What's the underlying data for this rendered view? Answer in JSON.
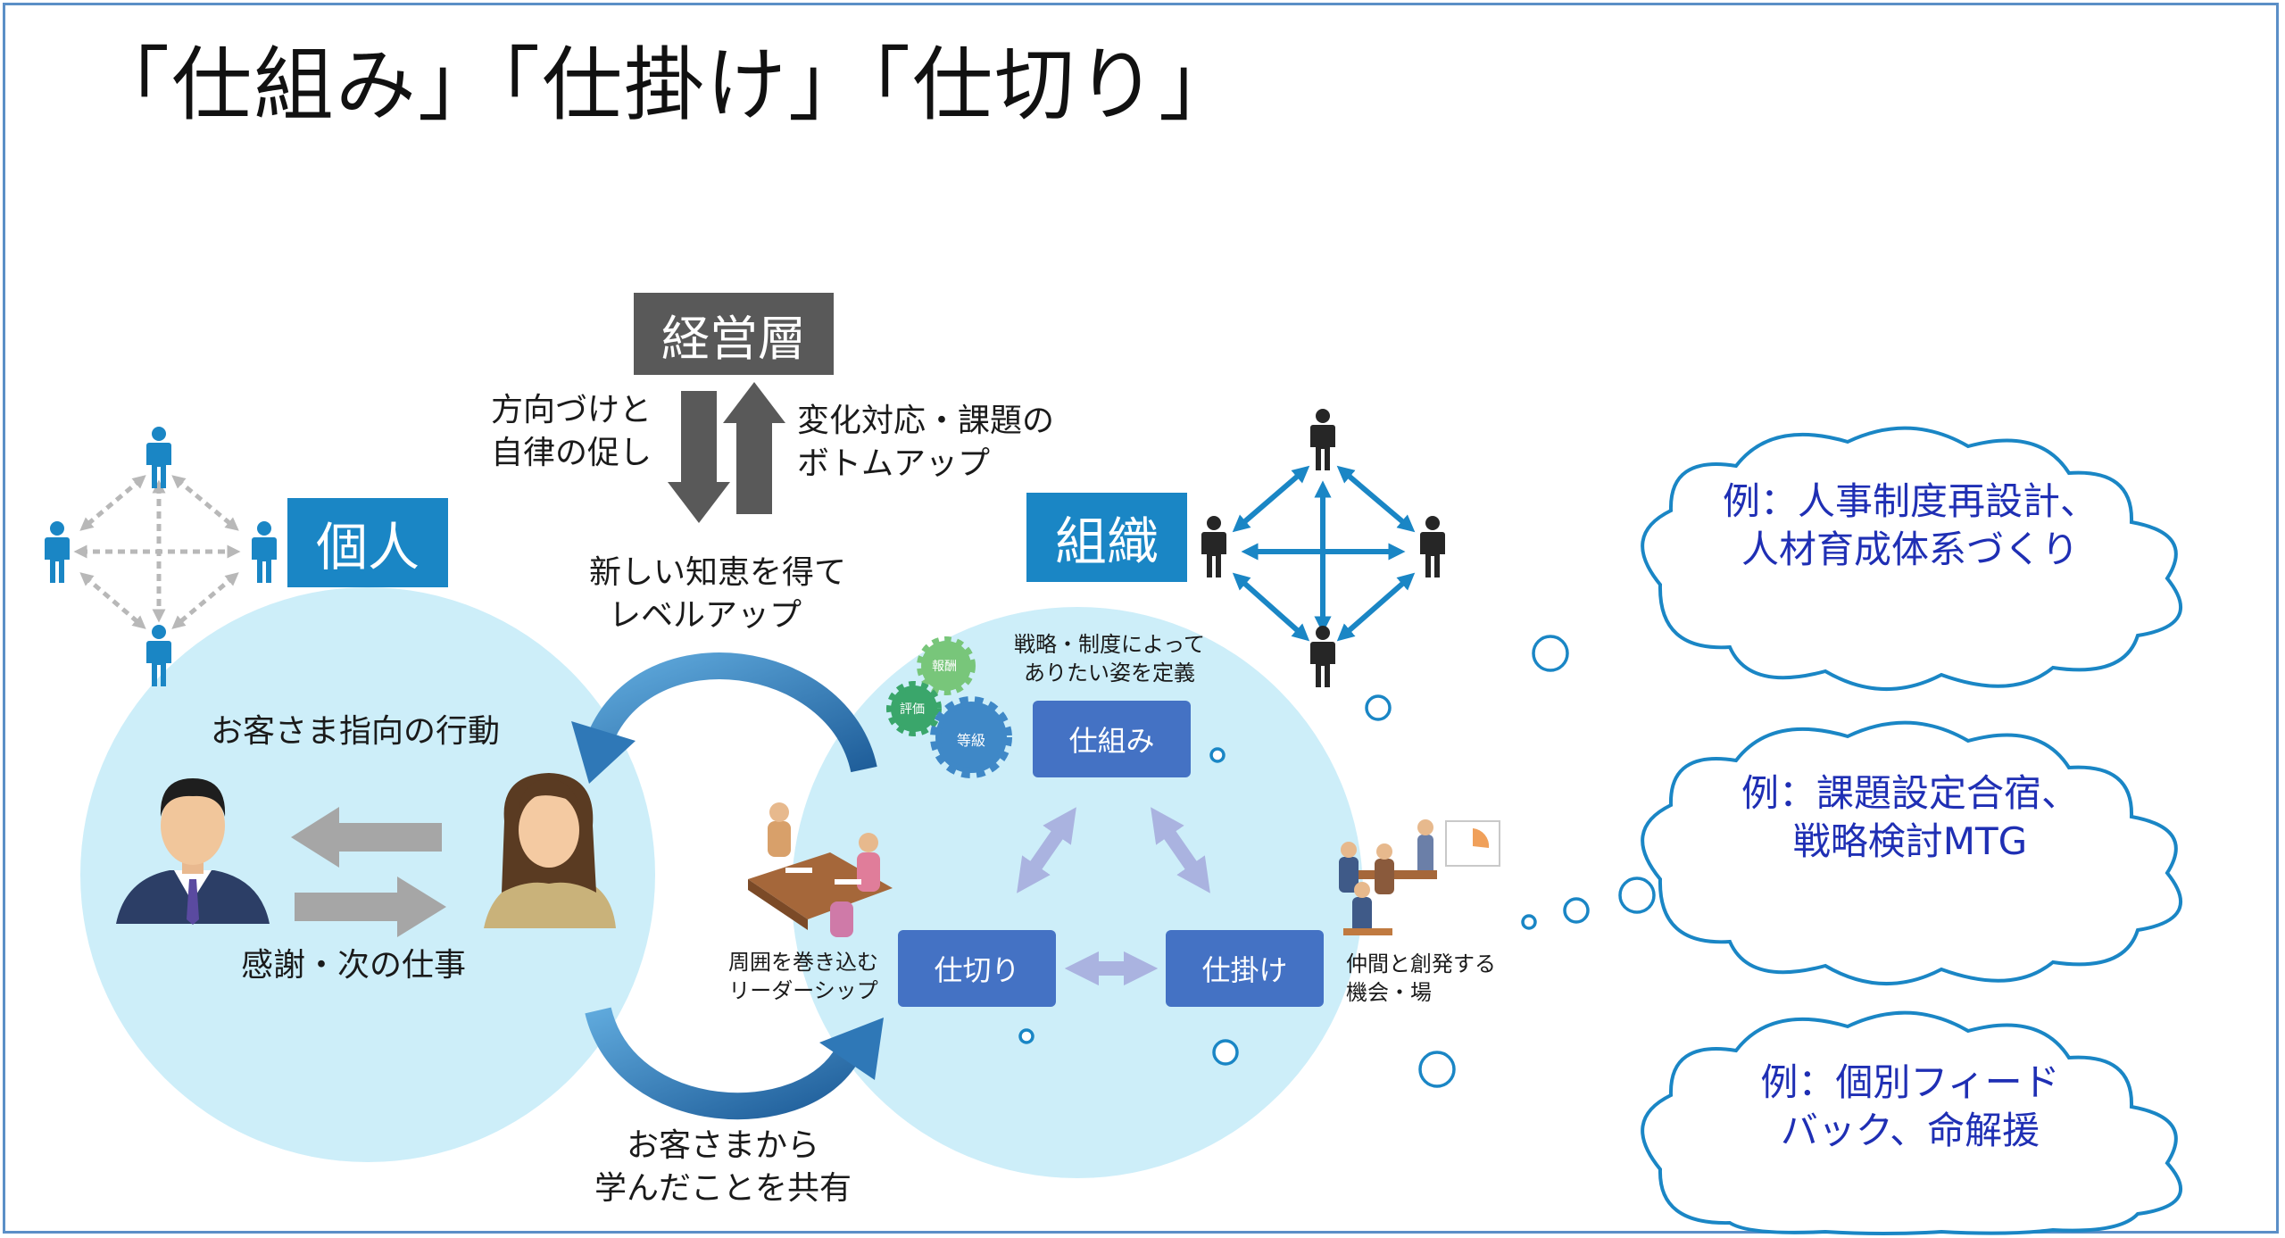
{
  "title": "「仕組み」「仕掛け」「仕切り」",
  "tags": {
    "management": "経営層",
    "individual": "個人",
    "organization": "組織"
  },
  "labels": {
    "direction_1": "方向づけと",
    "direction_2": "自律の促し",
    "bottomup_1": "変化対応・課題の",
    "bottomup_2": "ボトムアップ",
    "levelup_1": "新しい知恵を得て",
    "levelup_2": "レベルアップ",
    "customer_action": "お客さま指向の行動",
    "gratitude": "感謝・次の仕事",
    "share_1": "お客さまから",
    "share_2": "学んだことを共有",
    "strategy_1": "戦略・制度によって",
    "strategy_2": "ありたい姿を定義",
    "leadership_1": "周囲を巻き込む",
    "leadership_2": "リーダーシップ",
    "opportunity_1": "仲間と創発する",
    "opportunity_2": "機会・場"
  },
  "gears": {
    "reward": "報酬",
    "evaluation": "評価",
    "grade": "等級"
  },
  "boxes": {
    "shikumi": "仕組み",
    "shikiri": "仕切り",
    "shikake": "仕掛け"
  },
  "clouds": [
    {
      "line1": "例：人事制度再設計、",
      "line2": "人材育成体系づくり"
    },
    {
      "line1": "例：課題設定合宿、",
      "line2": "戦略検討MTG"
    },
    {
      "line1": "例：個別フィード",
      "line2": "バック、命解援"
    }
  ],
  "colors": {
    "accent": "#1a86c5",
    "box": "#4472c4",
    "circle": "#cdeef9",
    "cloud_text": "#1f2fb4",
    "arrow_gray": "#a6a6a6",
    "dark_arrow": "#595959"
  }
}
